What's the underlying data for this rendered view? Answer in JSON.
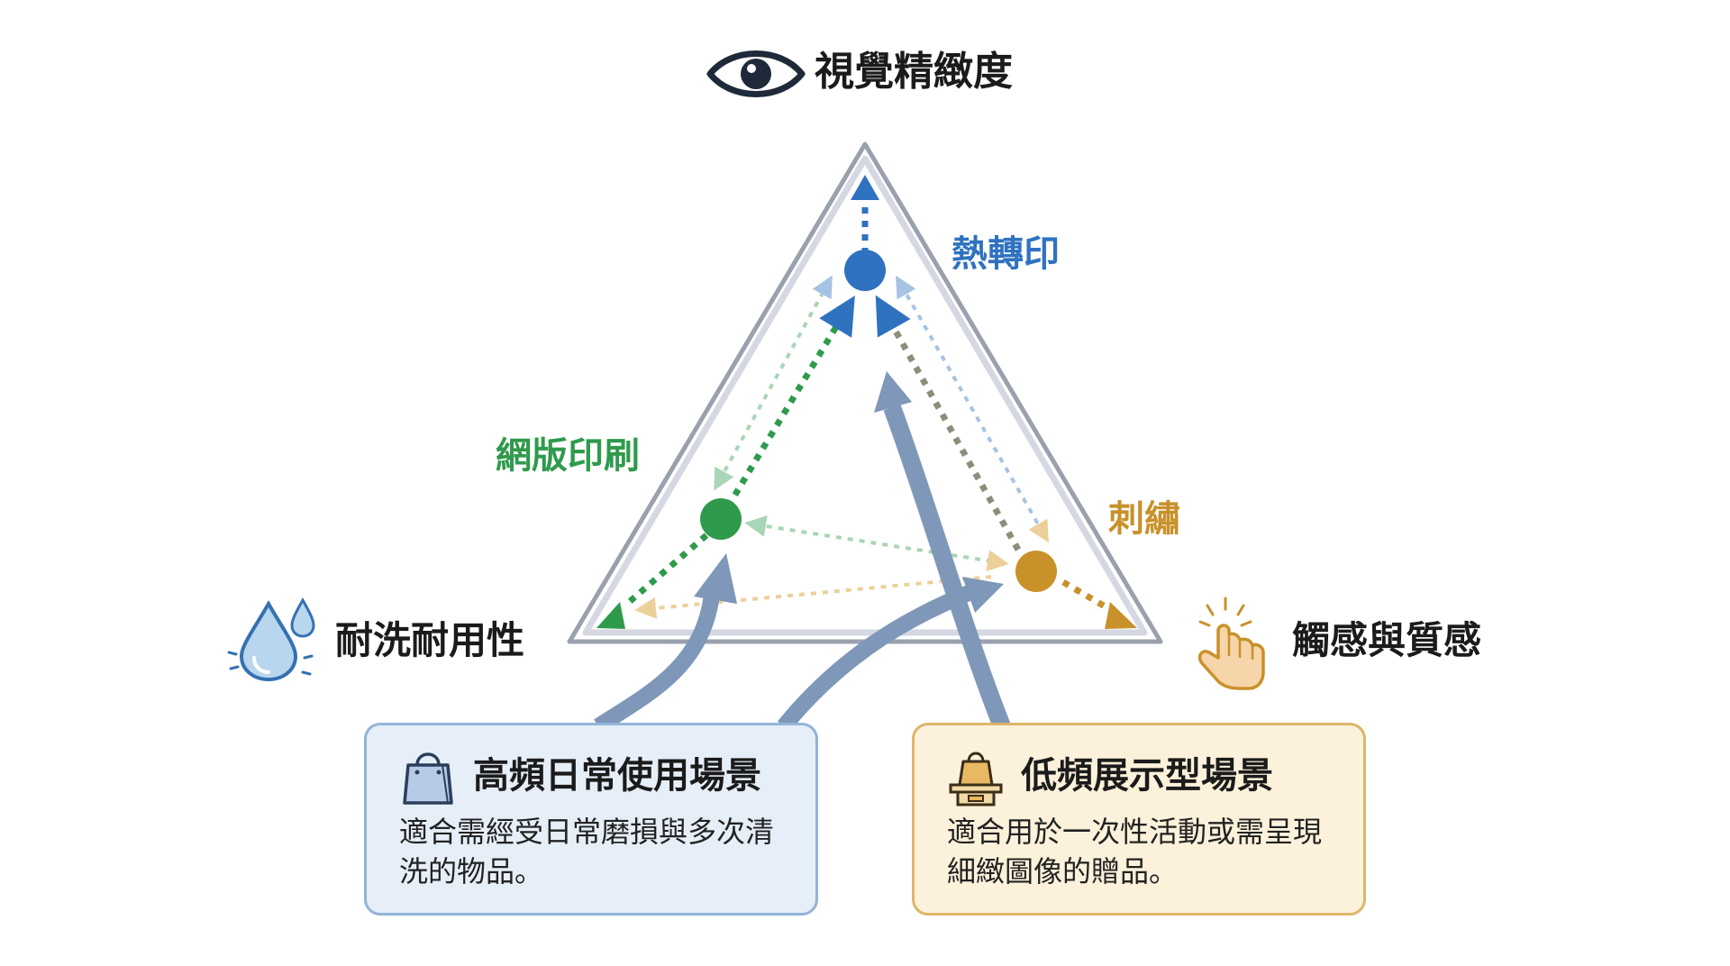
{
  "axes": {
    "top": {
      "label": "視覺精緻度",
      "icon": "eye-icon"
    },
    "left": {
      "label": "耐洗耐用性",
      "icon": "water-drop-icon"
    },
    "right": {
      "label": "觸感與質感",
      "icon": "touch-hand-icon"
    }
  },
  "methods": [
    {
      "name": "熱轉印",
      "color": "#2f72c0"
    },
    {
      "name": "網版印刷",
      "color": "#2f9a4c"
    },
    {
      "name": "刺繡",
      "color": "#c8912a"
    }
  ],
  "scenarios": [
    {
      "title": "高頻日常使用場景",
      "description": "適合需經受日常磨損與多次清洗的物品。",
      "icon": "shopping-bag-icon",
      "border_color": "#93b4d8",
      "background": "#e6eef8"
    },
    {
      "title": "低頻展示型場景",
      "description": "適合用於一次性活動或需呈現細緻圖像的贈品。",
      "icon": "gift-display-icon",
      "border_color": "#dcb66a",
      "background": "#fcf1da"
    }
  ],
  "colors": {
    "triangle_outline": "#9aa0ae",
    "triangle_inner": "#d5d8e3",
    "flow_arrow": "#7f97b8",
    "text_dark": "#1b1b1b"
  }
}
